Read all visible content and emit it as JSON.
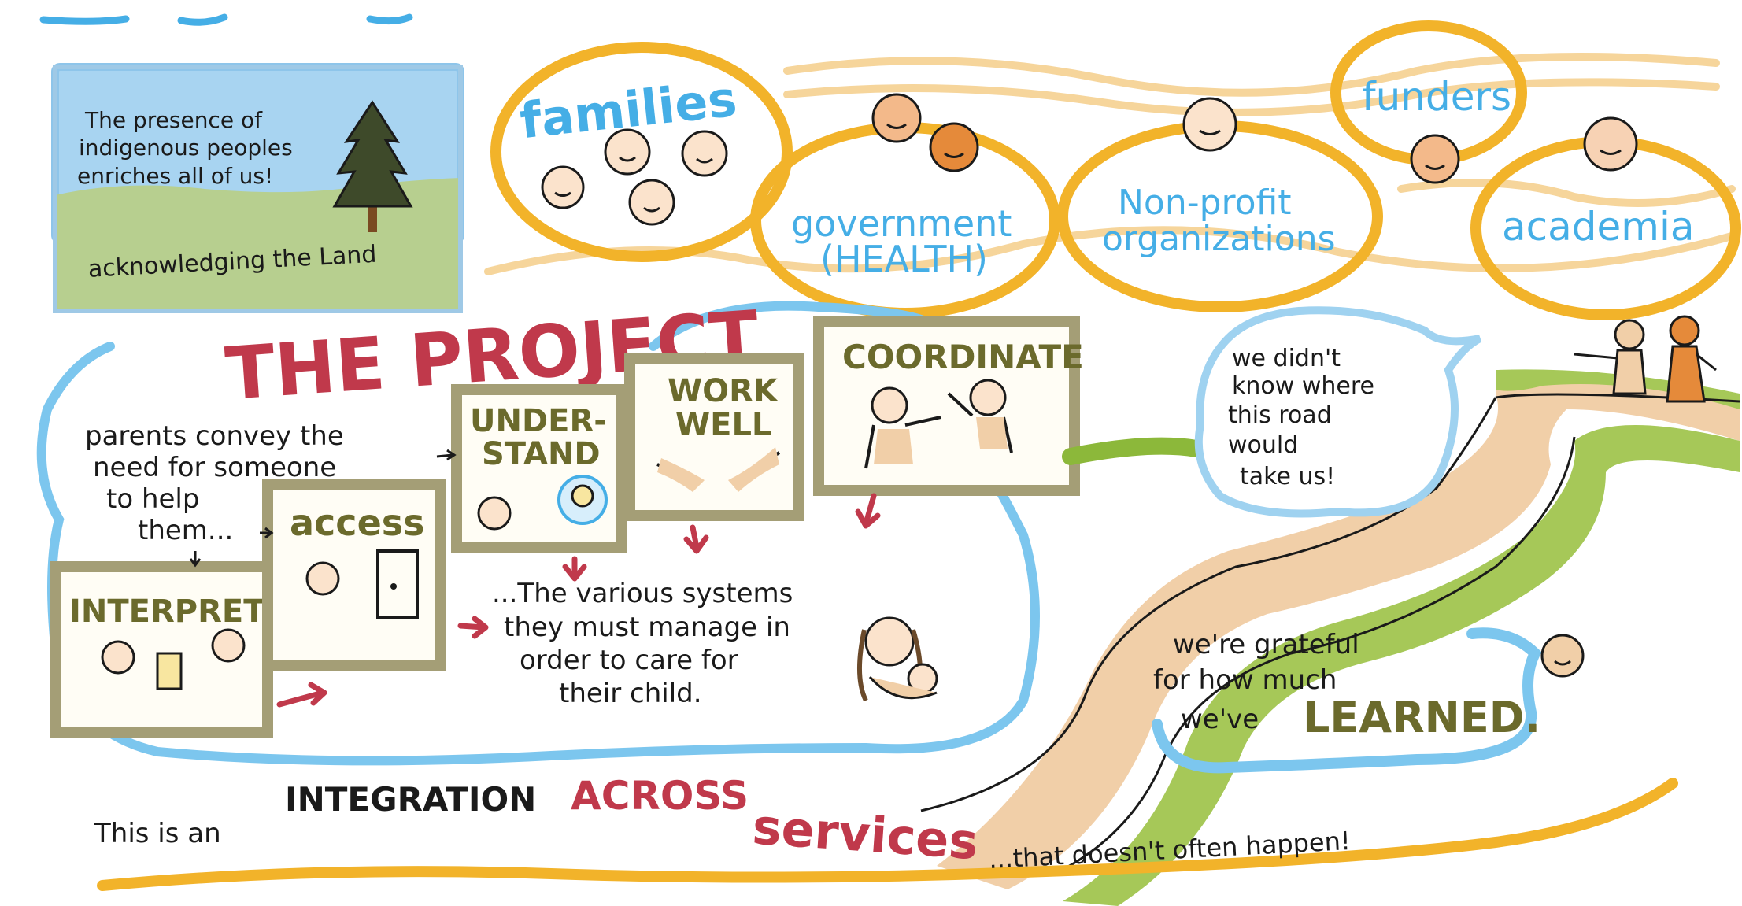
{
  "land": {
    "quote": [
      "The presence of",
      "indigenous peoples",
      "enriches all of us!"
    ],
    "caption": "acknowledging  the Land"
  },
  "stakeholders": {
    "families": "families",
    "government": [
      "government",
      "(HEALTH)"
    ],
    "nonprofit": [
      "Non-profit",
      "organizations"
    ],
    "funders": "funders",
    "academia": "academia"
  },
  "project": {
    "title": "THE PROJECT",
    "intro": [
      "parents convey the",
      "need for someone",
      "to help",
      "them..."
    ],
    "steps": {
      "interpret": "INTERPRET",
      "access": "access",
      "understand": [
        "UNDER-",
        "STAND"
      ],
      "workwell": [
        "WORK",
        "WELL"
      ],
      "coordinate": "COORDINATE"
    },
    "systems": [
      "...The various systems",
      "they must manage in",
      "order to care for",
      "their child."
    ]
  },
  "road": {
    "bubble": [
      "we didn't",
      "know where",
      "this road",
      "would",
      "take us!"
    ],
    "grateful": [
      "we're grateful",
      "for how much",
      "we've"
    ],
    "learned": "LEARNED."
  },
  "integration": {
    "prefix": "This is an",
    "integration": "INTEGRATION",
    "across": "ACROSS",
    "services": "services",
    "suffix": "...that doesn't often happen!"
  },
  "colors": {
    "blue": "#45aee6",
    "yellow": "#f2b32a",
    "red": "#c0394b",
    "olive": "#8a8660",
    "green": "#8cb83a",
    "peach": "#f1cfa8",
    "orange": "#e58a3a"
  },
  "icons": [
    "tree-icon",
    "face-icon",
    "door-icon",
    "lightbulb-icon",
    "handshake-icon",
    "high-five-icon",
    "parent-child-icon",
    "walking-people-icon",
    "arrow-icon"
  ]
}
